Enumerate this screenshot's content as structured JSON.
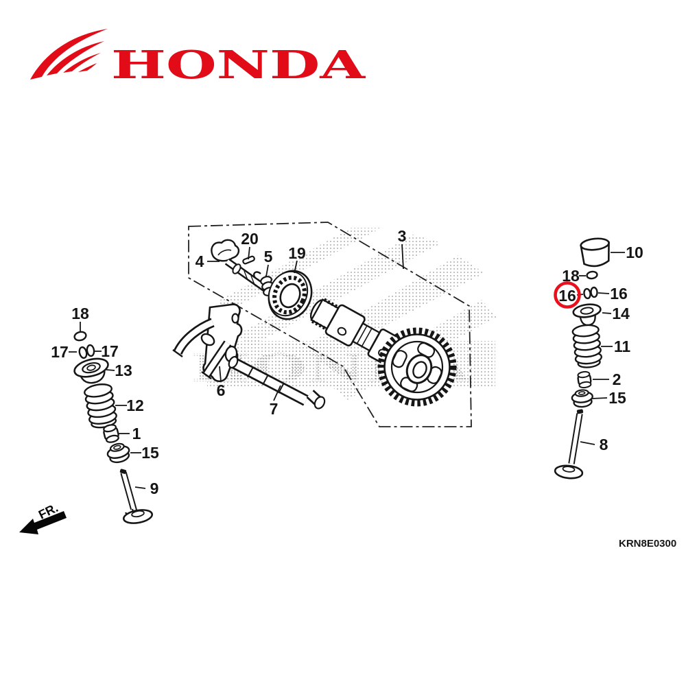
{
  "brand": {
    "name": "HONDA",
    "color": "#e10c17"
  },
  "diagram": {
    "code": "KRN8E0300",
    "direction_label": "FR.",
    "watermark_text": "HONDA",
    "highlight_color": "#e8101d",
    "line_color": "#161616",
    "callouts": {
      "center": [
        "4",
        "20",
        "5",
        "19",
        "3",
        "6",
        "7"
      ],
      "left": [
        "18",
        "17",
        "17",
        "13",
        "12",
        "1",
        "15",
        "9"
      ],
      "right": [
        "10",
        "18",
        "16",
        "16",
        "14",
        "11",
        "2",
        "15",
        "8"
      ]
    },
    "highlighted_callout": "16"
  }
}
